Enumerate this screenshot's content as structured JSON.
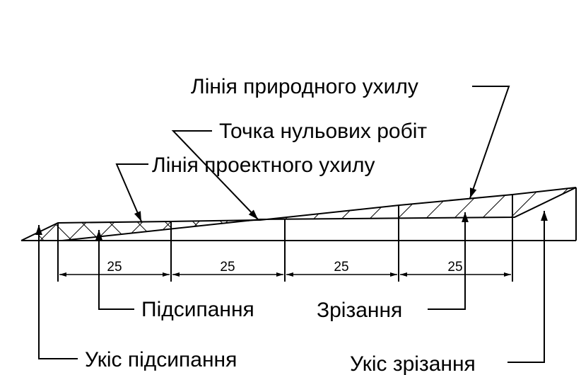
{
  "labels": {
    "natural_slope_line": "Лінія природного ухилу",
    "zero_work_point": "Точка нульових робіт",
    "design_slope_line": "Лінія проектного ухилу",
    "fill": "Підсипання",
    "cut": "Зрізання",
    "fill_slope": "Укіс підсипання",
    "cut_slope": "Укіс зрізання"
  },
  "dimensions": [
    "25",
    "25",
    "25",
    "25"
  ],
  "colors": {
    "line": "#000000",
    "background": "#ffffff"
  }
}
